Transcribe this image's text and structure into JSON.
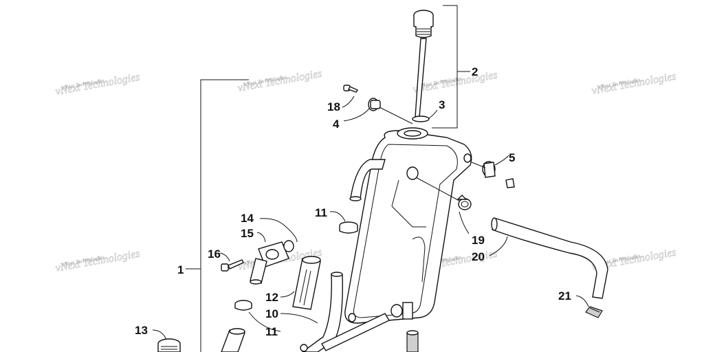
{
  "watermark": "vNext Technologies",
  "callouts": {
    "c1": "1",
    "c2": "2",
    "c3": "3",
    "c4": "4",
    "c5": "5",
    "c10": "10",
    "c11a": "11",
    "c11b": "11",
    "c12": "12",
    "c13": "13",
    "c14": "14",
    "c15": "15",
    "c16": "16",
    "c18": "18",
    "c19": "19",
    "c20": "20",
    "c21": "21"
  }
}
